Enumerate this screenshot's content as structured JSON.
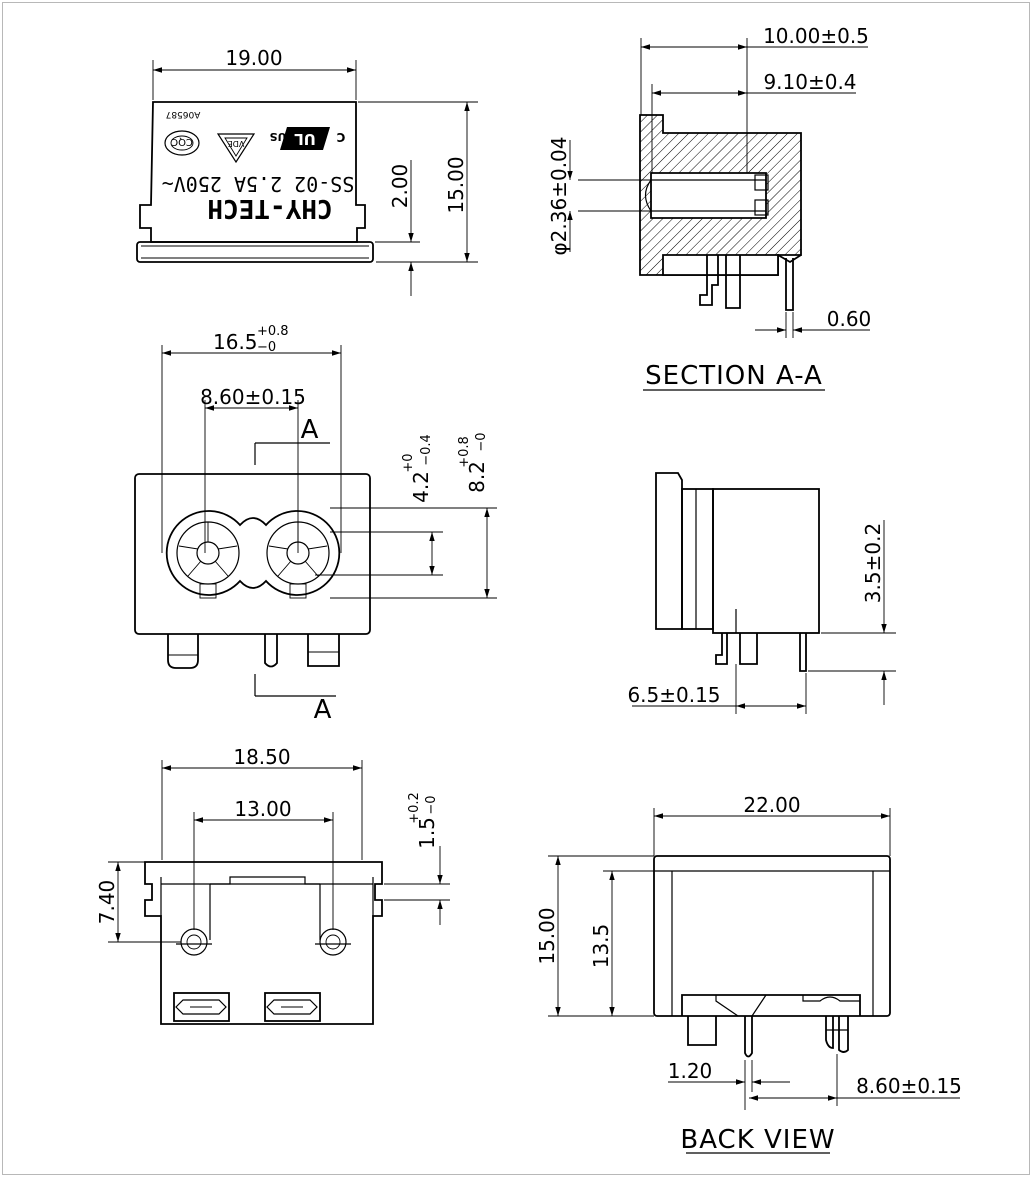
{
  "views": {
    "top": {
      "dims": {
        "width": "19.00",
        "height": "15.00",
        "flange": "2.00"
      },
      "marking": {
        "brand": "CHY-TECH",
        "rating": "SS-02 2.5A 250V~",
        "cert_no": "A06587",
        "cqc_label": "CQC",
        "vde_label": "VDE",
        "ul_c": "C",
        "ul_us": "US"
      }
    },
    "section": {
      "title": "SECTION A-A",
      "dims": {
        "overall": "10.00±0.5",
        "inner": "9.10±0.4",
        "pin_dia": "φ2.36±0.04",
        "pin_thick": "0.60"
      }
    },
    "front": {
      "section_mark": "A",
      "dims": {
        "width_base": "16.5",
        "width_tol_plus": "+0.8",
        "width_tol_minus": "−0",
        "pitch": "8.60±0.15",
        "h1_base": "4.2",
        "h1_tol_plus": "+0",
        "h1_tol_minus": "−0.4",
        "h2_base": "8.2",
        "h2_tol_plus": "+0.8",
        "h2_tol_minus": "−0"
      }
    },
    "side": {
      "dims": {
        "height": "3.5±0.2",
        "offset": "6.5±0.15"
      }
    },
    "bottom": {
      "dims": {
        "width": "18.50",
        "hole_pitch": "13.00",
        "depth": "7.40",
        "slot_base": "1.5",
        "slot_tol_plus": "+0.2",
        "slot_tol_minus": "−0"
      }
    },
    "back": {
      "title": "BACK VIEW",
      "dims": {
        "width": "22.00",
        "height": "15.00",
        "inner_height": "13.5",
        "pin_width": "1.20",
        "pitch": "8.60±0.15"
      }
    }
  }
}
